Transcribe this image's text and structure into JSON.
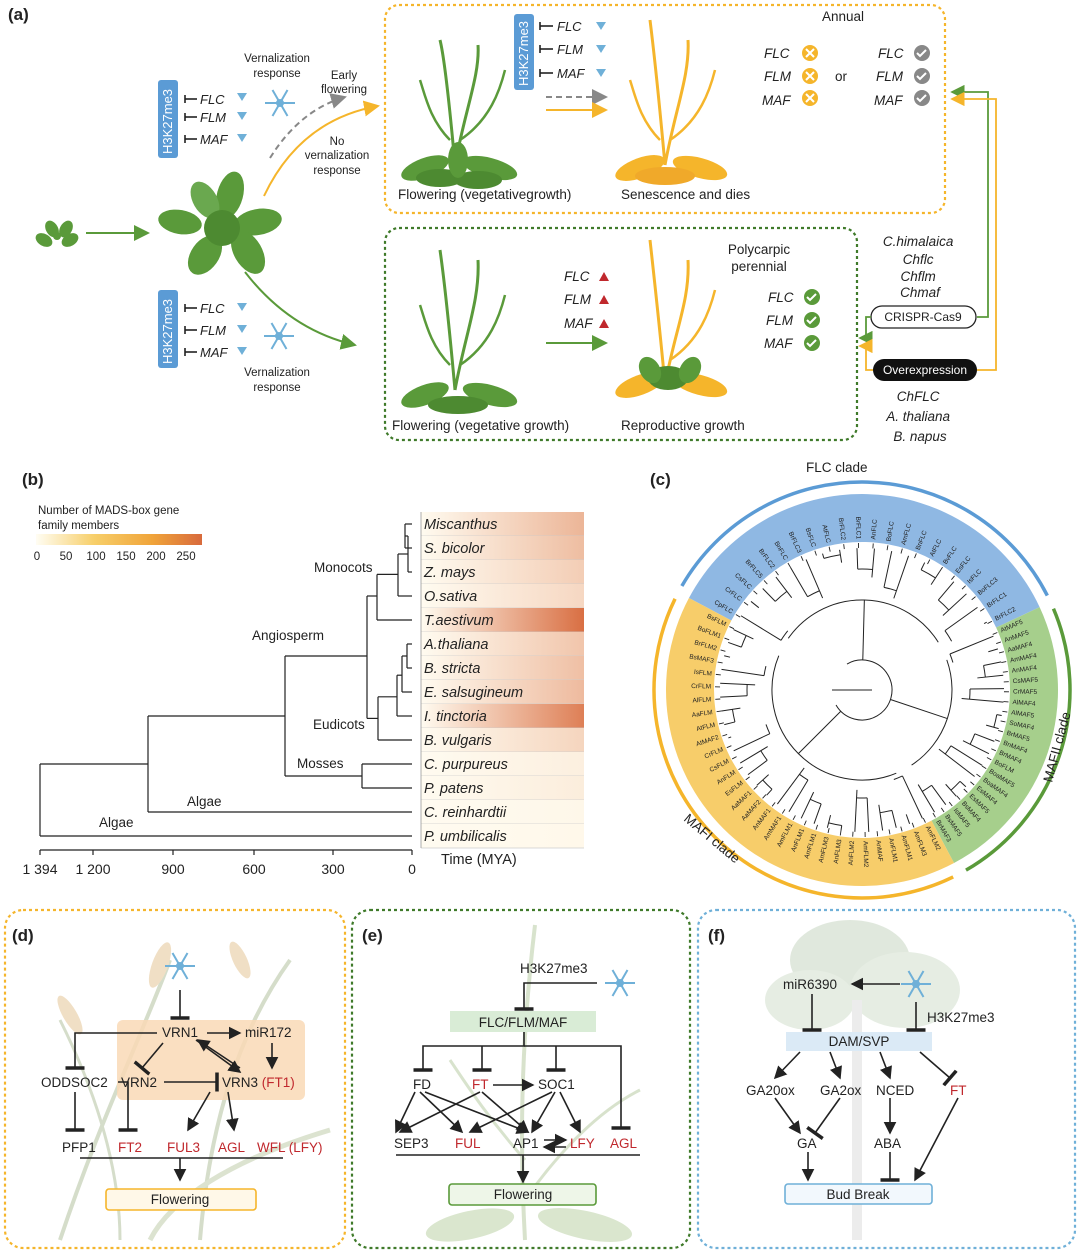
{
  "panels": {
    "a": "(a)",
    "b": "(b)",
    "c": "(c)",
    "d": "(d)",
    "e": "(e)",
    "f": "(f)"
  },
  "panel_a": {
    "h3k27me3": "H3K27me3",
    "genes": [
      "FLC",
      "FLM",
      "MAF"
    ],
    "vern_response_top": "Vernalization\nresponse",
    "early_flowering": "Early\nflowering",
    "no_vern": "No\nvernalization\nresponse",
    "vern_response_bottom": "Vernalization\nresponse",
    "annual": "Annual",
    "or": "or",
    "flowering_veg_top": "Flowering (vegetativegrowth)",
    "senescence": "Senescence and dies",
    "polycarpic": "Polycarpic\nperennial",
    "flowering_veg_bottom": "Flowering (vegetative growth)",
    "reproductive": "Reproductive growth",
    "species": [
      "C.himalaica",
      "Chflc",
      "Chflm",
      "Chmaf"
    ],
    "crispr": "CRISPR-Cas9",
    "overexpression": "Overexpression",
    "overexp_targets": [
      "ChFLC",
      "A. thaliana",
      "B. napus"
    ]
  },
  "panel_b": {
    "legend_title": "Number of MADS-box gene\nfamily members",
    "legend_ticks": [
      "0",
      "50",
      "100",
      "150",
      "200",
      "250"
    ],
    "clades": [
      "Monocots",
      "Angiosperm",
      "Eudicots",
      "Mosses",
      "Algae",
      "Algae"
    ],
    "x_ticks": [
      "1 394",
      "1 200",
      "900",
      "600",
      "300",
      "0"
    ],
    "x_label": "Time (MYA)",
    "species": [
      "Miscanthus",
      "S. bicolor",
      "Z. mays",
      "O.sativa",
      "T.aestivum",
      "A.thaliana",
      "B. stricta",
      "E. salsugineum",
      "I. tinctoria",
      "B. vulgaris",
      "C. purpureus",
      "P. patens",
      "C. reinhardtii",
      "P. umbilicalis"
    ],
    "species_counts": [
      130,
      115,
      85,
      65,
      260,
      100,
      110,
      120,
      230,
      70,
      20,
      25,
      5,
      3
    ]
  },
  "panel_c": {
    "flc_clade": "FLC clade",
    "mafii_clade": "MAFII clade",
    "mafi_clade": "MAFI clade",
    "blue_leaves": [
      "CpFLC",
      "CrFLC",
      "CsFLC",
      "BrFLC5",
      "BrFLC2",
      "BnFLC",
      "BrFLC3",
      "BsFLC",
      "AtFLC",
      "BrFLC2",
      "BrFLC1",
      "AnFLC",
      "BoFLC",
      "AmFLC",
      "BnFLC",
      "AtFLC",
      "BvFLC",
      "EsFLC",
      "IsFLC",
      "BoFLC3",
      "BrFLC1",
      "BrFLC2"
    ],
    "green_leaves": [
      "AtMAF5",
      "AnMAF5",
      "AaMAF4",
      "AmMAF4",
      "AnMAF4",
      "CsMAF5",
      "CrMAF5",
      "AlMAF4",
      "AlMAF5",
      "SoMAF4",
      "BrMAF5",
      "BnMAF4",
      "BrMAF4",
      "BoFLM",
      "BoaMAF5",
      "BoaMAF4",
      "EsMAF4",
      "EsMAF5",
      "BsMAF4",
      "IsMAF5",
      "BsMAF5",
      "BrMAF3"
    ],
    "orange_leaves": [
      "AmFLM2",
      "AmFLM3",
      "AmFLM1",
      "AnFLM1",
      "AnMAF",
      "AmFLM2",
      "AnFLM2",
      "AnFLM3",
      "AmFLM3",
      "AmFLM1",
      "AnFLM1",
      "AmFLM1",
      "AmMAF1",
      "AnMAF1",
      "AaMAF2",
      "AaMAF1",
      "EsFLM",
      "AnFLM",
      "CsFLM",
      "CrFLM",
      "AtMAF2",
      "AtFLM",
      "AaFLM",
      "AlFLM",
      "CrFLM",
      "IsFLM",
      "BsMAF3",
      "BrFLM2",
      "BoFLM1",
      "BsFLM"
    ]
  },
  "panel_d": {
    "vrn1": "VRN1",
    "mir172": "miR172",
    "oddsoc2": "ODDSOC2",
    "vrn2": "VRN2",
    "vrn3": "VRN3",
    "ft1": "(FT1)",
    "pfp1": "PFP1",
    "ft2": "FT2",
    "ful3": "FUL3",
    "agl": "AGL",
    "wfl": "WFL (LFY)",
    "flowering": "Flowering"
  },
  "panel_e": {
    "h3k27me3": "H3K27me3",
    "flc": "FLC/FLM/MAF",
    "fd": "FD",
    "ft": "FT",
    "soc1": "SOC1",
    "sep3": "SEP3",
    "ful": "FUL",
    "ap1": "AP1",
    "lfy": "LFY",
    "agl": "AGL",
    "flowering": "Flowering"
  },
  "panel_f": {
    "mir": "miR6390",
    "h3k27me3": "H3K27me3",
    "dam": "DAM/SVP",
    "ga20": "GA20ox",
    "ga2": "GA2ox",
    "nced": "NCED",
    "ft": "FT",
    "ga": "GA",
    "aba": "ABA",
    "bud": "Bud Break"
  },
  "colors": {
    "orange": "#f5b52b",
    "green": "#5a9a3a",
    "blue": "#6fb0d8",
    "dark_green_border": "#3f7a2a",
    "red": "#c0282d",
    "steel_blue": "#5b9bd5"
  }
}
